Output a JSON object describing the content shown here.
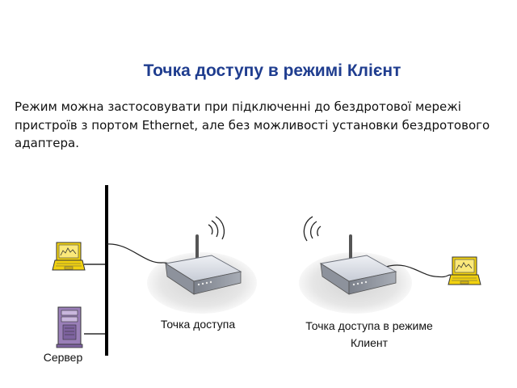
{
  "title": "Точка доступу в режимі Клієнт",
  "description": "Режим можна застосовувати при підключенні до бездротової мережі пристроїв з портом Ethernet, але без можливості установки бездротового адаптера.",
  "labels": {
    "access_point": "Точка доступа",
    "client_line1": "Точка доступа в режиме",
    "client_line2": "Клиент",
    "server": "Сервер"
  },
  "icons": [
    "laptop-icon",
    "server-tower-icon",
    "router-icon",
    "wifi-waves-icon",
    "laptop-icon"
  ],
  "colors": {
    "title": "#1f3d8f",
    "laptop": "#f2d20f",
    "server": "#9a7fb8",
    "router": "#cfd4de"
  }
}
